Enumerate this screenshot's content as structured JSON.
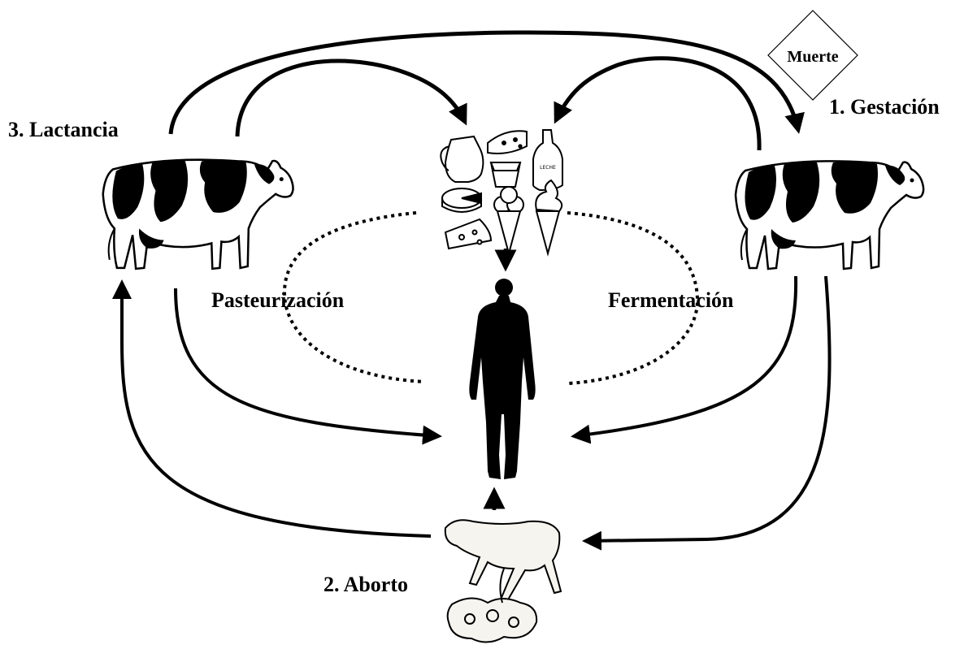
{
  "labels": {
    "gestacion": "1. Gestación",
    "aborto": "2. Aborto",
    "lactancia": "3. Lactancia",
    "muerte": "Muerte",
    "pasteurizacion": "Pasteurización",
    "fermentacion": "Fermentación",
    "bottle_label": "LECHE"
  },
  "colors": {
    "ink": "#000000",
    "background": "#ffffff",
    "calf": "#f6f4ef"
  },
  "icons": {
    "cow_left": "holstein-cow-icon",
    "cow_right": "holstein-cow-icon",
    "human": "human-silhouette-icon",
    "calf": "aborted-calf-icon",
    "dairy": [
      "milk-jug-icon",
      "cheese-wedge-icon",
      "cream-cup-icon",
      "milk-bottle-icon",
      "cheese-wheel-icon",
      "ice-cream-cone-icon",
      "soft-serve-cone-icon",
      "swiss-cheese-icon"
    ]
  }
}
